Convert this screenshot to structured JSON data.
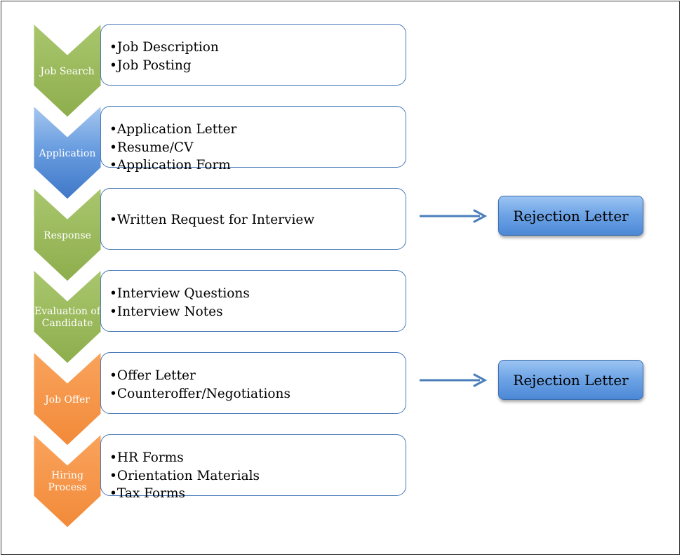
{
  "stages": [
    {
      "label": "Job Search",
      "color": "green",
      "items": [
        "Job Description",
        "Job Posting"
      ]
    },
    {
      "label": "Application",
      "color": "blue",
      "items": [
        "Application Letter",
        "Resume/CV",
        "Application Form"
      ]
    },
    {
      "label": "Response",
      "color": "green",
      "items": [
        "Written Request for Interview"
      ]
    },
    {
      "label": "Evaluation of Candidate",
      "label_lines": [
        "Evaluation of",
        "Candidate"
      ],
      "color": "green",
      "items": [
        "Interview Questions",
        "Interview Notes"
      ]
    },
    {
      "label": "Job Offer",
      "color": "orange",
      "items": [
        "Offer Letter",
        "Counteroffer/Negotiations"
      ]
    },
    {
      "label": "Hiring Process",
      "label_lines": [
        "Hiring",
        "Process"
      ],
      "color": "orange",
      "items": [
        "HR Forms",
        "Orientation Materials",
        "Tax Forms"
      ]
    }
  ],
  "rejections": [
    {
      "label": "Rejection Letter",
      "from_stage": "Response"
    },
    {
      "label": "Rejection Letter",
      "from_stage": "Job Offer"
    }
  ],
  "colors": {
    "green": "#9bbb59",
    "blue": "#4f81bd",
    "orange": "#f79646",
    "box_border": "#4a7ab8",
    "arrow": "#4a7ebb"
  }
}
